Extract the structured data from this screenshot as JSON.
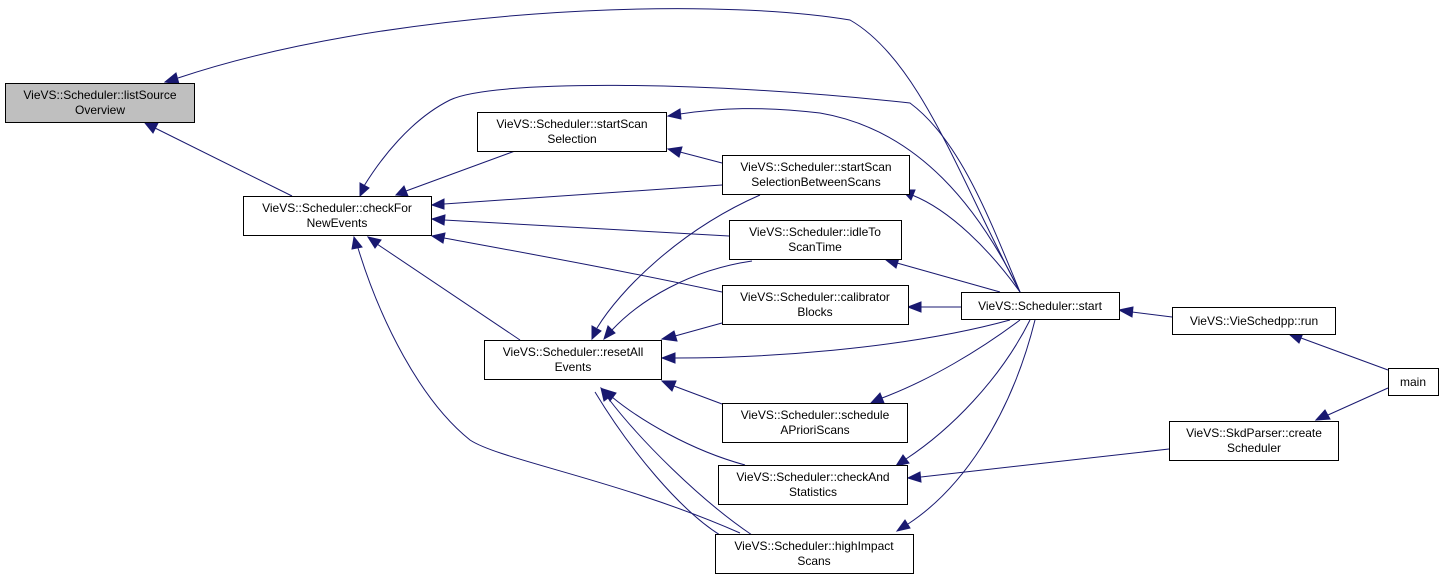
{
  "nodes": {
    "listSource": [
      "VieVS::Scheduler::listSource",
      "Overview"
    ],
    "checkForNew": [
      "VieVS::Scheduler::checkFor",
      "NewEvents"
    ],
    "startScan": [
      "VieVS::Scheduler::startScan",
      "Selection"
    ],
    "startScanBetween": [
      "VieVS::Scheduler::startScan",
      "SelectionBetweenScans"
    ],
    "idleTo": [
      "VieVS::Scheduler::idleTo",
      "ScanTime"
    ],
    "calibrator": [
      "VieVS::Scheduler::calibrator",
      "Blocks"
    ],
    "resetAll": [
      "VieVS::Scheduler::resetAll",
      "Events"
    ],
    "scheduleApriori": [
      "VieVS::Scheduler::schedule",
      "APrioriScans"
    ],
    "checkAnd": [
      "VieVS::Scheduler::checkAnd",
      "Statistics"
    ],
    "highImpact": [
      "VieVS::Scheduler::highImpact",
      "Scans"
    ],
    "start": [
      "VieVS::Scheduler::start"
    ],
    "vieschedppRun": [
      "VieVS::VieSchedpp::run"
    ],
    "skdCreate": [
      "VieVS::SkdParser::create",
      "Scheduler"
    ],
    "main": [
      "main"
    ]
  },
  "colors": {
    "edge": "#191970",
    "highlight_fill": "#bfbfbf",
    "node_border": "#000000"
  }
}
